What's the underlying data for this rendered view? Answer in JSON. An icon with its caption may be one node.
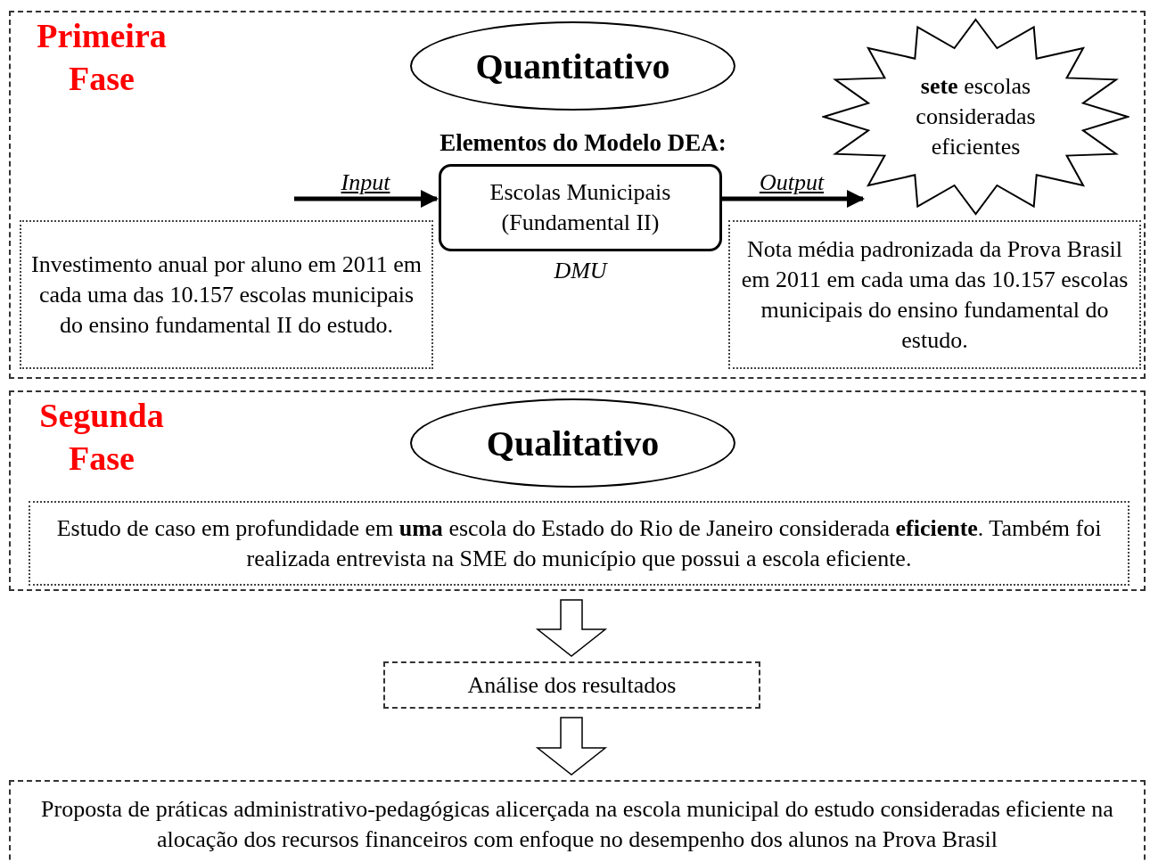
{
  "diagram": {
    "nodes": [
      {
        "text": [
          "Primeira Fase"
        ]
      },
      {
        "text": [
          "Quantitativo"
        ],
        "in": 0
      },
      {
        "text": [
          "Elementos do Modelo DEA:",
          "Escolas Municipais (Fundamental II)"
        ],
        "beside": [
          "DMU"
        ],
        "in": 0
      },
      {
        "text": [
          "Investimento anual por aluno em 2011 em cada uma das 10.157 escolas municipais do ensino fundamental II do estudo."
        ],
        "in": 0
      },
      {
        "text": [
          "**sete** escolas consideradas eficientes"
        ],
        "in": 0
      },
      {
        "text": [
          "Nota média padronizada da Prova Brasil em 2011 em cada uma das 10.157 escolas municipais do ensino fundamental do estudo."
        ],
        "in": 0
      },
      {
        "text": [
          "Segunda Fase"
        ]
      },
      {
        "text": [
          "Qualitativo"
        ],
        "in": 6
      },
      {
        "text": [
          "Estudo de caso em profundidade em **uma** escola do Estado do Rio de Janeiro considerada **eficiente**. Também foi realizada entrevista na SME do município que possui a escola eficiente."
        ],
        "in": 6
      },
      {
        "text": [
          "Análise dos resultados"
        ]
      },
      {
        "text": [
          "Proposta de práticas administrativo-pedagógicas alicerçada na escola municipal do estudo consideradas eficiente na alocação dos recursos financeiros com enfoque no desempenho dos alunos na Prova Brasil"
        ]
      }
    ],
    "edges": [
      {
        "from": null,
        "to": 2,
        "arrow": "to",
        "label": "Input"
      },
      {
        "from": 2,
        "to": 4,
        "arrow": "to",
        "label": "Output"
      },
      {
        "from": 6,
        "to": 9,
        "arrow": "to"
      },
      {
        "from": 9,
        "to": 10,
        "arrow": "to"
      }
    ]
  }
}
